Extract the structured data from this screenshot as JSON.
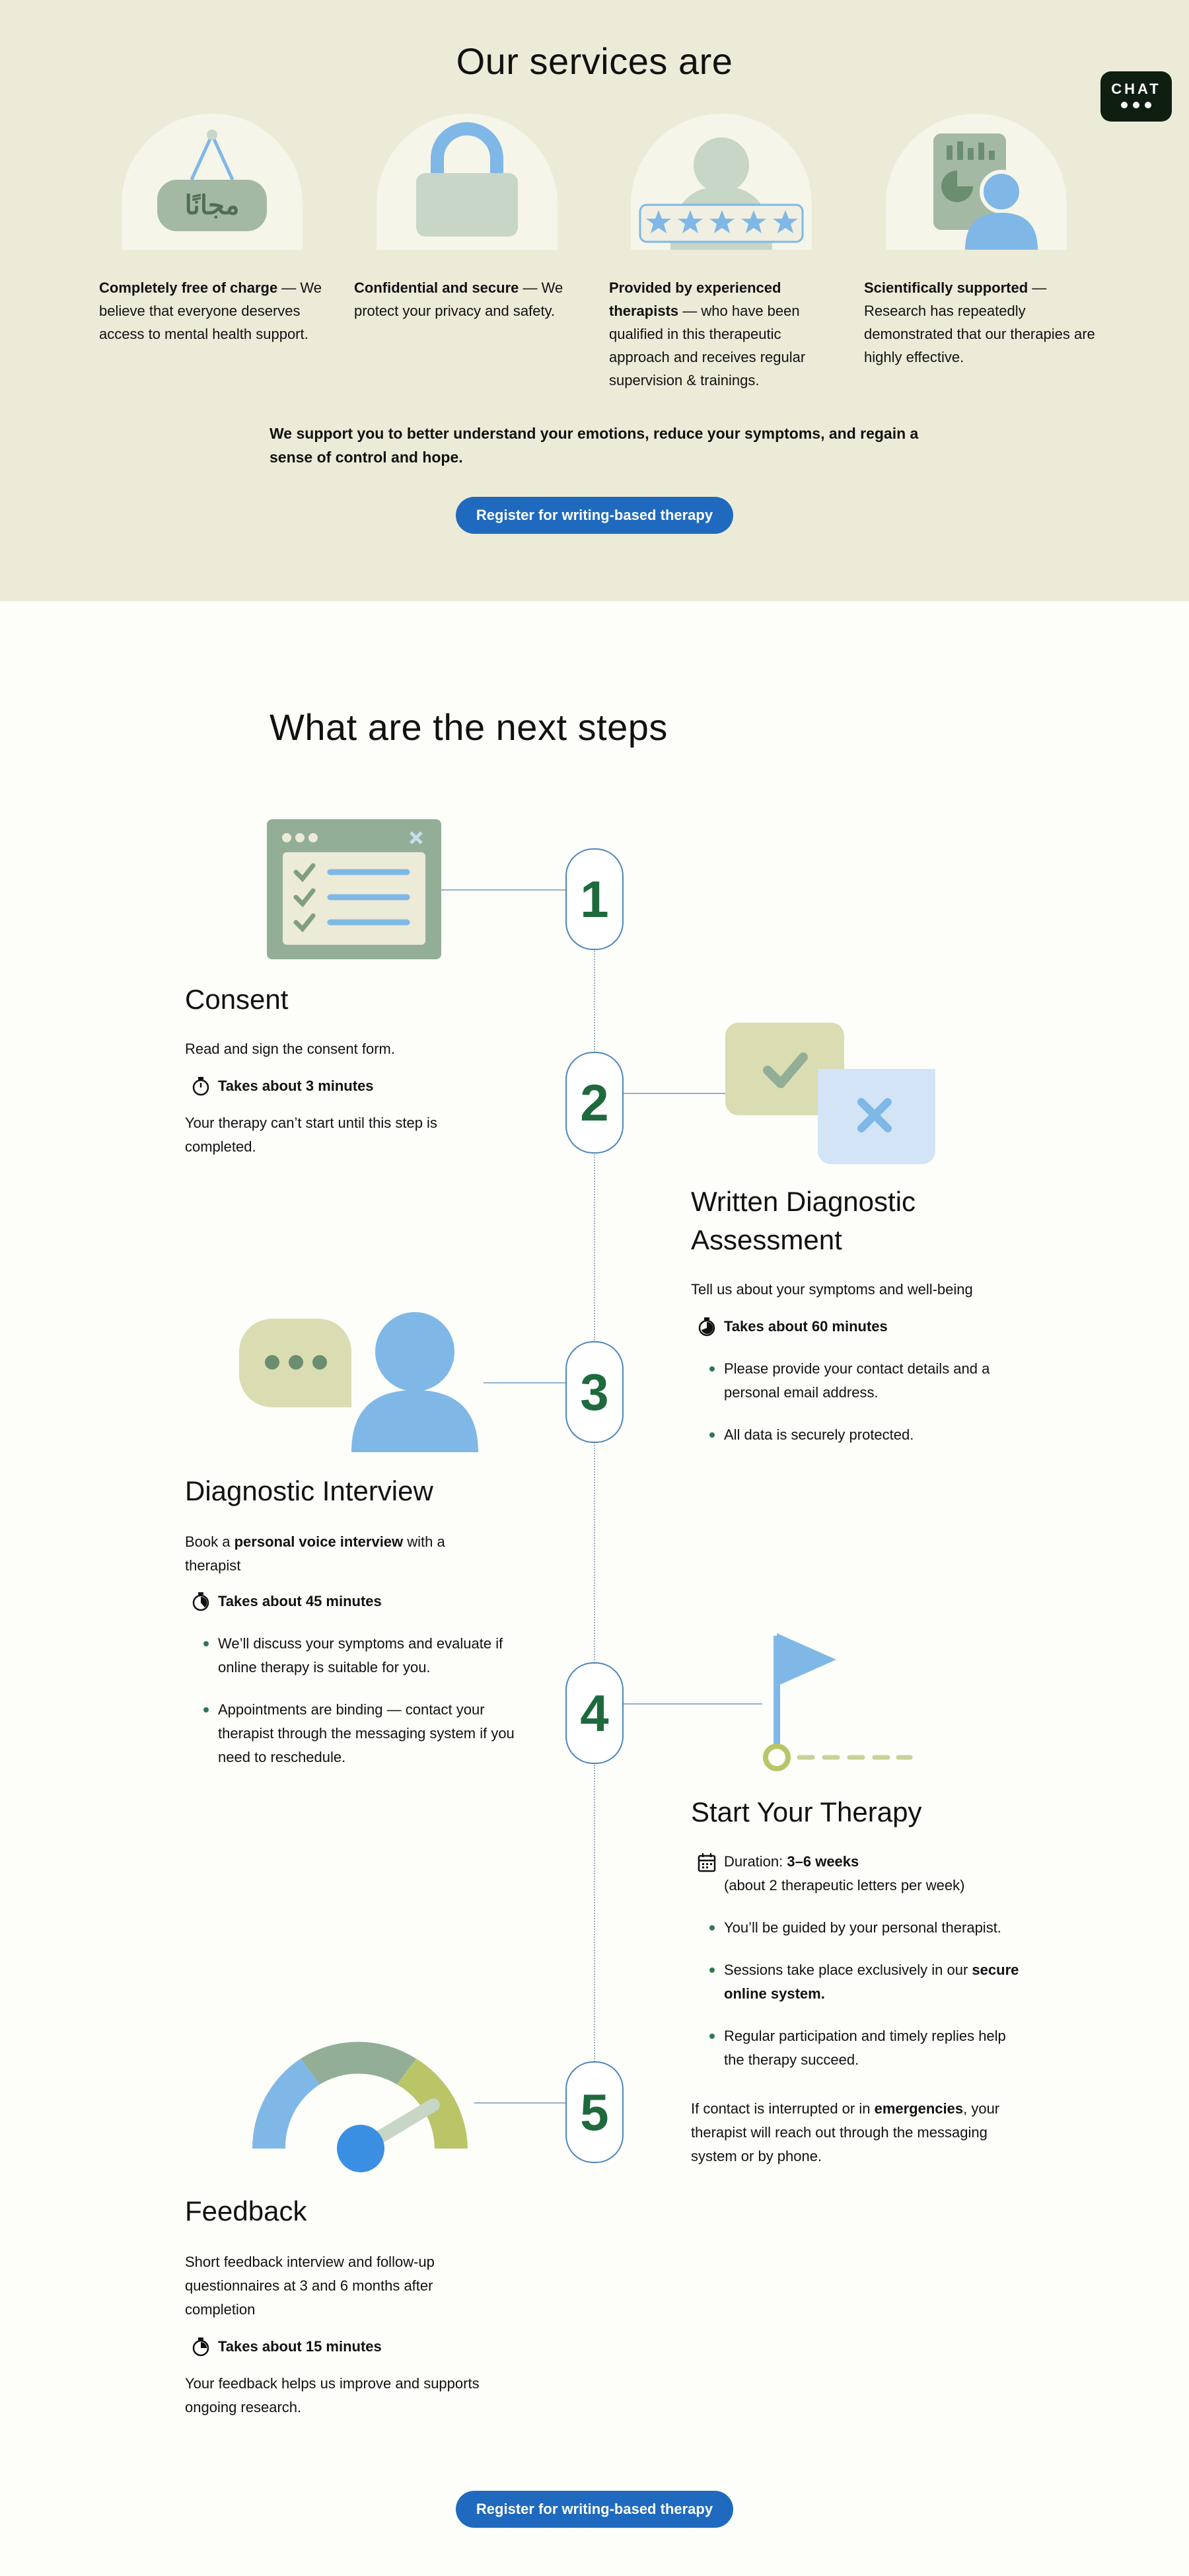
{
  "services": {
    "title": "Our services are",
    "chat_label": "CHAT",
    "free_badge_text": "مجانًا",
    "items": [
      {
        "title": "Completely free of charge",
        "text": " — We believe that everyone deserves access to mental health support."
      },
      {
        "title": "Confidential and secure",
        "text": " — We protect your privacy and safety."
      },
      {
        "title": "Provided by experienced therapists",
        "text": " — who have been qualified in this therapeutic approach and receives regular supervision & trainings."
      },
      {
        "title": "Scientifically supported",
        "text": " — Research has repeatedly demonstrated that our therapies are highly effective."
      }
    ],
    "support_text": "We support you to better understand your emotions, reduce your symptoms, and regain a sense of control and hope.",
    "register_label": "Register for writing-based therapy"
  },
  "steps": {
    "title": "What are the next steps",
    "numbers": [
      "1",
      "2",
      "3",
      "4",
      "5"
    ],
    "consent": {
      "title": "Consent",
      "desc": "Read and sign the consent form.",
      "duration": "Takes about 3 minutes",
      "note": "Your therapy can’t start until this step is completed."
    },
    "assessment": {
      "title": "Written Diagnostic Assessment",
      "desc": "Tell us about your symptoms and well-being",
      "duration": "Takes about 60 minutes",
      "bullets": [
        "Please provide your contact details and a personal email address.",
        "All data is securely protected."
      ]
    },
    "interview": {
      "title": "Diagnostic Interview",
      "desc_pre": " Book a ",
      "desc_bold": "personal voice interview",
      "desc_post": " with a therapist",
      "duration": "Takes about 45 minutes",
      "bullets": [
        "We’ll discuss your symptoms and evaluate if online therapy is suitable for you.",
        "Appointments are binding — contact your therapist through the messaging system if you need to reschedule."
      ]
    },
    "therapy": {
      "title": "Start Your Therapy",
      "duration_pre": "Duration: ",
      "duration_bold": "3–6 weeks",
      "duration_sub": "(about 2 therapeutic letters per week)",
      "bullet1": "You’ll be guided by your personal therapist.",
      "bullet2_pre": "Sessions take place exclusively in our ",
      "bullet2_bold": "secure online system.",
      "bullet3": "Regular participation and timely replies help the therapy succeed.",
      "contact_pre": "If contact is interrupted or in ",
      "contact_bold": "emergencies",
      "contact_post": ", your therapist will reach out through the messaging system or by phone."
    },
    "feedback": {
      "title": "Feedback",
      "desc": "Short feedback interview and follow-up questionnaires at 3 and 6 months after completion",
      "duration": "Takes about 15 minutes",
      "note": "Your feedback helps us improve and supports ongoing research."
    },
    "register_label": "Register for writing-based therapy"
  },
  "colors": {
    "accent_blue": "#1f6abf",
    "green": "#1e6a3d",
    "services_bg": "#ecebd7"
  }
}
